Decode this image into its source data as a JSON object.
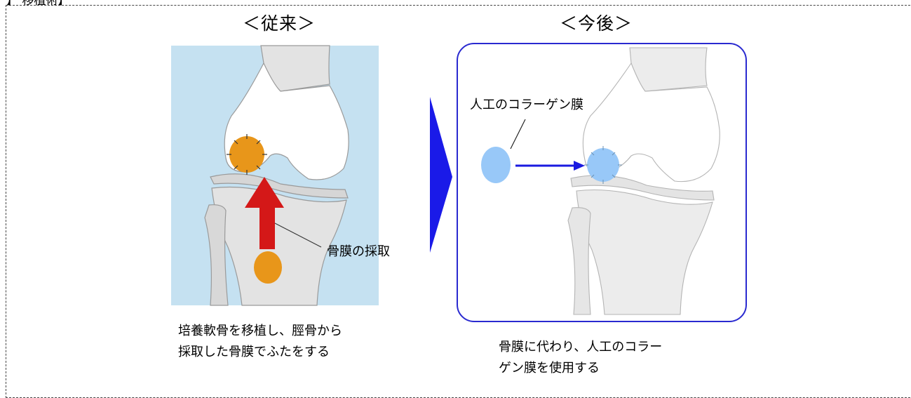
{
  "header_fragment": "】 移植術】",
  "left": {
    "heading": "＜従来＞",
    "callout": "骨膜の採取",
    "caption_line1": "培養軟骨を移植し、脛骨から",
    "caption_line2": "採取した骨膜でふたをする",
    "colors": {
      "background": "#c5e1f1",
      "bone": "#e3e3e3",
      "graft": "#e8961a",
      "arrow": "#d41818"
    }
  },
  "right": {
    "heading": "＜今後＞",
    "callout": "人工のコラーゲン膜",
    "caption_line1": "骨膜に代わり、人工のコラー",
    "caption_line2": "ゲン膜を使用する",
    "colors": {
      "border": "#2a2ad0",
      "membrane": "#98c8f8",
      "arrow": "#1a1ae0"
    }
  },
  "transition_arrow_color": "#1a1ae8"
}
